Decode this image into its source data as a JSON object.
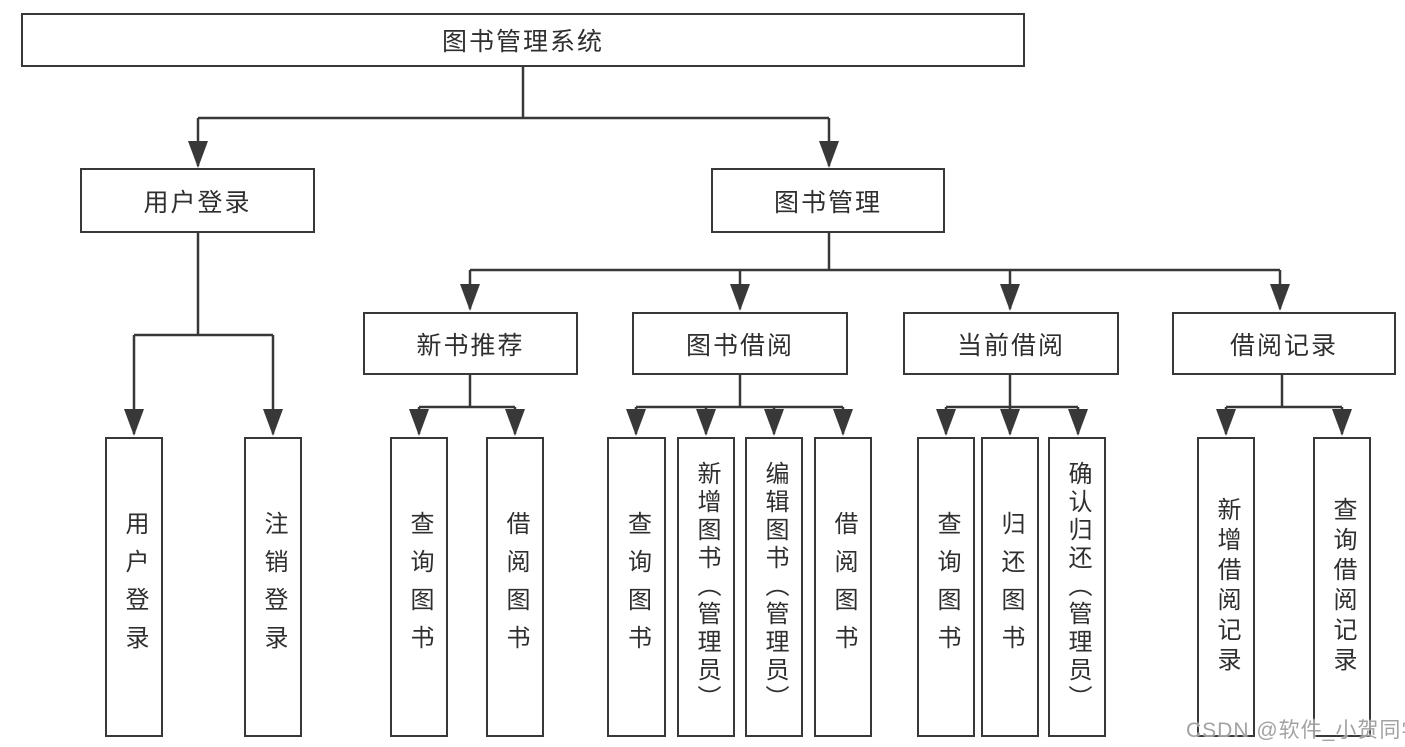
{
  "tree": {
    "root": {
      "label": "图书管理系统"
    },
    "branches": [
      {
        "label": "用户登录",
        "children": [
          {
            "label": "用户登录"
          },
          {
            "label": "注销登录"
          }
        ]
      },
      {
        "label": "图书管理",
        "children": [
          {
            "label": "新书推荐",
            "children": [
              {
                "label": "查询图书"
              },
              {
                "label": "借阅图书"
              }
            ]
          },
          {
            "label": "图书借阅",
            "children": [
              {
                "label": "查询图书"
              },
              {
                "label": "新增图书（管理员）"
              },
              {
                "label": "编辑图书（管理员）"
              },
              {
                "label": "借阅图书"
              }
            ]
          },
          {
            "label": "当前借阅",
            "children": [
              {
                "label": "查询图书"
              },
              {
                "label": "归还图书"
              },
              {
                "label": "确认归还（管理员）"
              }
            ]
          },
          {
            "label": "借阅记录",
            "children": [
              {
                "label": "新增借阅记录"
              },
              {
                "label": "查询借阅记录"
              }
            ]
          }
        ]
      }
    ]
  },
  "watermark": {
    "text": "CSDN @软件_小贺同学"
  },
  "colors": {
    "line": "#383838",
    "text": "#2f2f2f",
    "background": "#ffffff",
    "watermark": "#9e9e9e"
  }
}
